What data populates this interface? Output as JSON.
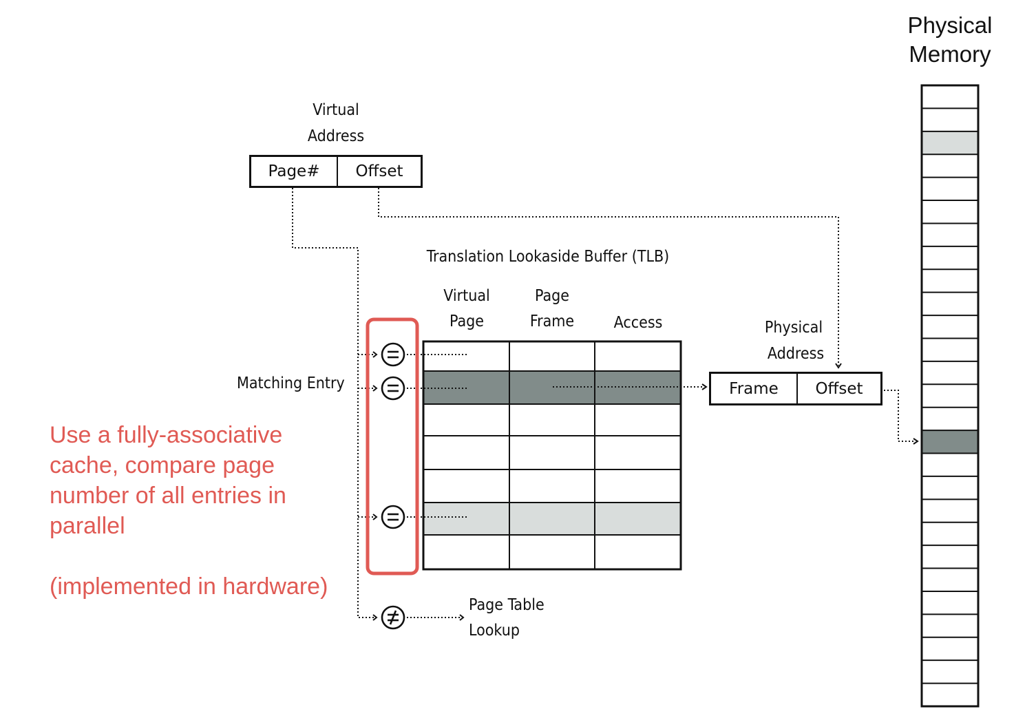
{
  "memory": {
    "title_line1": "Physical",
    "title_line2": "Memory",
    "rows": 27,
    "shaded_light_row": 2,
    "shaded_dark_row": 15
  },
  "virtual_address": {
    "title_line1": "Virtual",
    "title_line2": "Address",
    "page_label": "Page#",
    "offset_label": "Offset"
  },
  "tlb": {
    "title": "Translation Lookaside Buffer (TLB)",
    "columns": [
      {
        "line1": "Virtual",
        "line2": "Page"
      },
      {
        "line1": "Page",
        "line2": "Frame"
      },
      {
        "line1": "",
        "line2": "Access"
      }
    ],
    "rows": 7,
    "matched_row": 1,
    "highlighted_row": 5
  },
  "physical_address": {
    "title_line1": "Physical",
    "title_line2": "Address",
    "frame_label": "Frame",
    "offset_label": "Offset"
  },
  "matching_entry_label": "Matching Entry",
  "comparators": {
    "equal_symbol": "=",
    "not_equal_symbol": "≠"
  },
  "page_table_lookup": {
    "line1": "Page Table",
    "line2": "Lookup"
  },
  "annotation": {
    "lines": [
      "Use a fully-associative",
      "cache, compare page",
      "number of all entries in",
      "parallel"
    ],
    "note": "(implemented in hardware)"
  },
  "colors": {
    "dark_fill": "#818c8a",
    "light_fill": "#d9dddc",
    "highlight": "#e05a54"
  }
}
